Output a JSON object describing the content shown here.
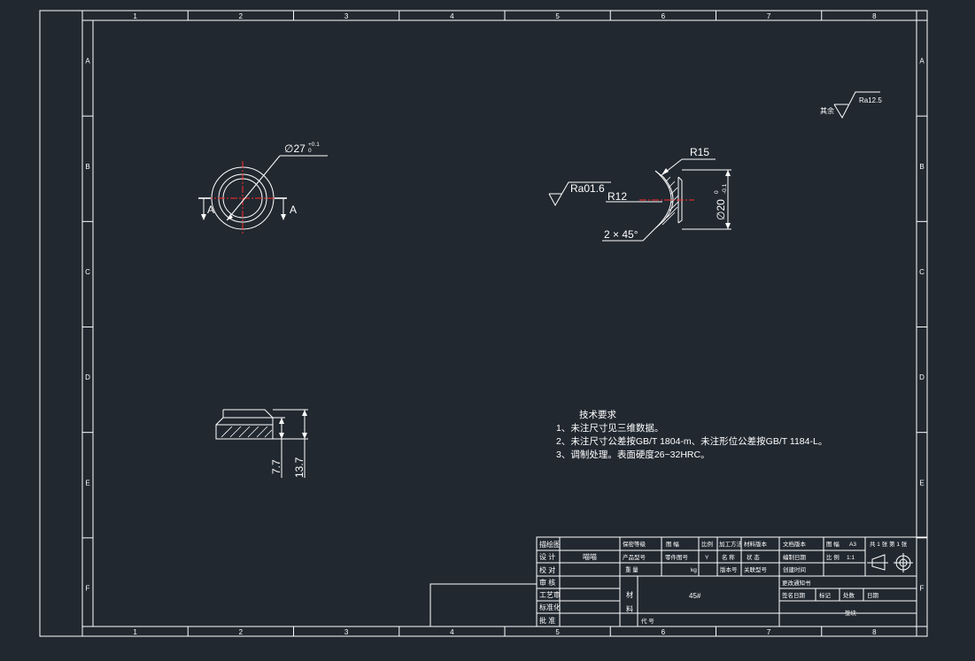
{
  "sheet": {
    "col_labels": [
      "1",
      "2",
      "3",
      "4",
      "5",
      "6",
      "7",
      "8"
    ],
    "row_labels": [
      "A",
      "B",
      "C",
      "D",
      "E",
      "F"
    ]
  },
  "view_top": {
    "dia_label": "∅27",
    "tol_upper": "+0.1",
    "tol_lower": "0",
    "section_label": "A"
  },
  "view_section": {
    "radius_label": "R15",
    "inner_radius_label": "R12",
    "roughness_label": "Ra01.6",
    "dia_label": "∅20",
    "dia_tol": "-0.1",
    "dia_tol_upper": "0",
    "chamfer_label": "2 × 45°"
  },
  "view_side": {
    "dim_inner": "7.7",
    "dim_outer": "13.7"
  },
  "roughness_other": {
    "prefix": "其余",
    "value": "Ra12.5"
  },
  "tech_notes": {
    "title": "技术要求",
    "lines": [
      "1、未注尺寸见三维数据。",
      "2、未注尺寸公差按GB/T 1804-m、未注形位公差按GB/T 1184-L。",
      "3、调制处理。表面硬度26~32HRC。"
    ]
  },
  "title_block": {
    "left_labels": [
      "描绘图",
      "设 计",
      "校 对",
      "审 核",
      "工艺审",
      "标准化",
      "批 准"
    ],
    "designer": "喵喵",
    "col2_rows": [
      "保密等级",
      "产品型号",
      "重 量"
    ],
    "weight_unit": "kg",
    "col3_rows": [
      "图 幅",
      "零件图号"
    ],
    "col3b_rows": [
      "Y",
      "比例"
    ],
    "col4_rows": [
      "加工方法",
      "名 称",
      "版本号"
    ],
    "col5_rows": [
      "材料版本",
      "状 态",
      "关联型号"
    ],
    "col6_rows": [
      "文档版本",
      "编制日期",
      "创建时间"
    ],
    "sheet_size_label": "图 幅",
    "sheet_size": "A3",
    "scale_label": "比 例",
    "scale": "1:1",
    "sheet_count": "共 1 张 第 1 张",
    "material_label_1": "材",
    "material_label_2": "料",
    "material": "45#",
    "code_label": "代 号",
    "change_label": "更改通知书",
    "record_label": "签名日期",
    "mark_labels": [
      "标记",
      "处数",
      "日期"
    ],
    "part_name": "垫块"
  }
}
